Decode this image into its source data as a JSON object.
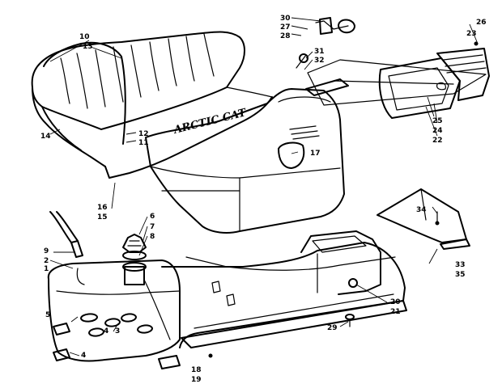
{
  "brand_text": "ARCTIC CAT",
  "callouts": [
    {
      "id": "c1",
      "text": "1"
    },
    {
      "id": "c2",
      "text": "2"
    },
    {
      "id": "c3",
      "text": "3"
    },
    {
      "id": "c4",
      "text": "4"
    },
    {
      "id": "c4b",
      "text": "4"
    },
    {
      "id": "c5",
      "text": "5"
    },
    {
      "id": "c6",
      "text": "6"
    },
    {
      "id": "c7",
      "text": "7"
    },
    {
      "id": "c8",
      "text": "8"
    },
    {
      "id": "c9",
      "text": "9"
    },
    {
      "id": "c10",
      "text": "10"
    },
    {
      "id": "c11",
      "text": "11"
    },
    {
      "id": "c12",
      "text": "12"
    },
    {
      "id": "c13",
      "text": "13"
    },
    {
      "id": "c14",
      "text": "14"
    },
    {
      "id": "c15",
      "text": "15"
    },
    {
      "id": "c16",
      "text": "16"
    },
    {
      "id": "c17",
      "text": "17"
    },
    {
      "id": "c18",
      "text": "18"
    },
    {
      "id": "c19",
      "text": "19"
    },
    {
      "id": "c20",
      "text": "20"
    },
    {
      "id": "c21",
      "text": "21"
    },
    {
      "id": "c22",
      "text": "22"
    },
    {
      "id": "c23",
      "text": "23"
    },
    {
      "id": "c24",
      "text": "24"
    },
    {
      "id": "c25",
      "text": "25"
    },
    {
      "id": "c26",
      "text": "26"
    },
    {
      "id": "c27",
      "text": "27"
    },
    {
      "id": "c28",
      "text": "28"
    },
    {
      "id": "c29",
      "text": "29"
    },
    {
      "id": "c30",
      "text": "30"
    },
    {
      "id": "c31",
      "text": "31"
    },
    {
      "id": "c32",
      "text": "32"
    },
    {
      "id": "c33",
      "text": "33"
    },
    {
      "id": "c34",
      "text": "34"
    },
    {
      "id": "c35",
      "text": "35"
    }
  ]
}
